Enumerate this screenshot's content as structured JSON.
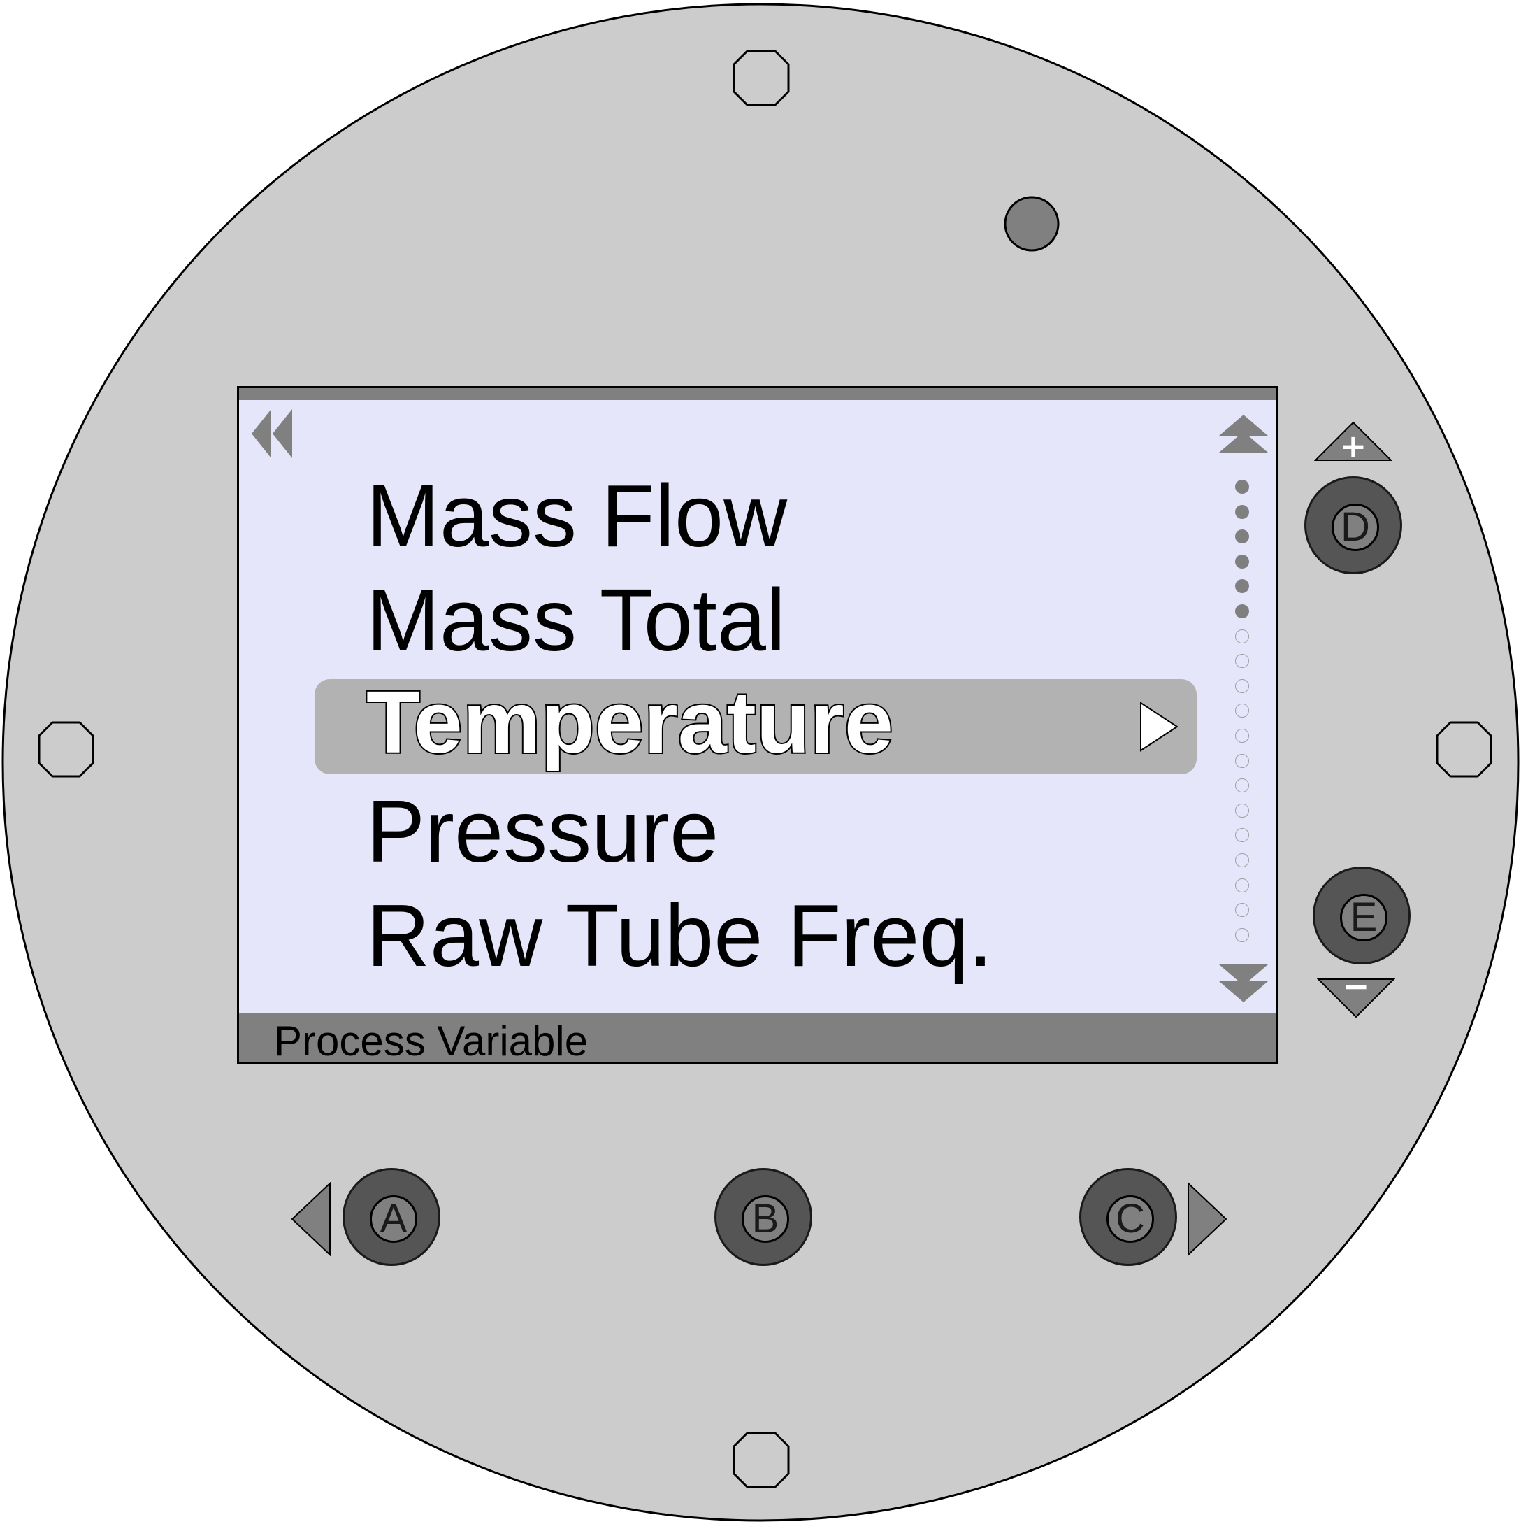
{
  "screen": {
    "menu_items": [
      {
        "label": "Mass Flow",
        "selected": false
      },
      {
        "label": "Mass Total",
        "selected": false
      },
      {
        "label": "Temperature",
        "selected": true
      },
      {
        "label": "Pressure",
        "selected": false
      },
      {
        "label": "Raw Tube Freq.",
        "selected": false
      }
    ],
    "status_bar": {
      "title": "Process Variable"
    },
    "scrollbar": {
      "total_positions": 19,
      "filled_positions": 6
    }
  },
  "buttons": {
    "a": {
      "label": "A",
      "arrow": "left"
    },
    "b": {
      "label": "B"
    },
    "c": {
      "label": "C",
      "arrow": "right"
    },
    "d": {
      "label": "D",
      "symbol": "+"
    },
    "e": {
      "label": "E",
      "symbol": "−"
    }
  },
  "icons": {
    "back": "double-left-chevron-icon",
    "scroll_up": "double-up-arrow-icon",
    "scroll_down": "double-down-arrow-icon",
    "selected_arrow": "right-triangle-icon"
  },
  "colors": {
    "housing": "#cccccc",
    "screen_background": "#e6e6fa",
    "bar": "#808080",
    "highlight": "#b2b2b2",
    "button_body": "#555555",
    "dot": "#7f7f7f"
  }
}
